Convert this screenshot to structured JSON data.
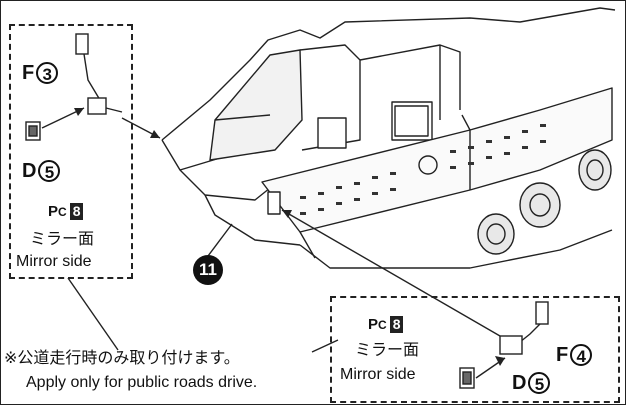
{
  "step_number": "11",
  "left_callout": {
    "top_part": {
      "letter": "F",
      "number": "3"
    },
    "bottom_part": {
      "letter": "D",
      "number": "5"
    },
    "paint": {
      "prefix": "P",
      "code": "C",
      "number": "8"
    },
    "mirror_jp": "ミラー面",
    "mirror_en": "Mirror side"
  },
  "right_callout": {
    "top_part": {
      "letter": "F",
      "number": "4"
    },
    "bottom_part": {
      "letter": "D",
      "number": "5"
    },
    "paint": {
      "prefix": "P",
      "code": "C",
      "number": "8"
    },
    "mirror_jp": "ミラー面",
    "mirror_en": "Mirror side"
  },
  "note": {
    "jp": "※公道走行時のみ取り付けます。",
    "en": "Apply only for public roads drive."
  }
}
